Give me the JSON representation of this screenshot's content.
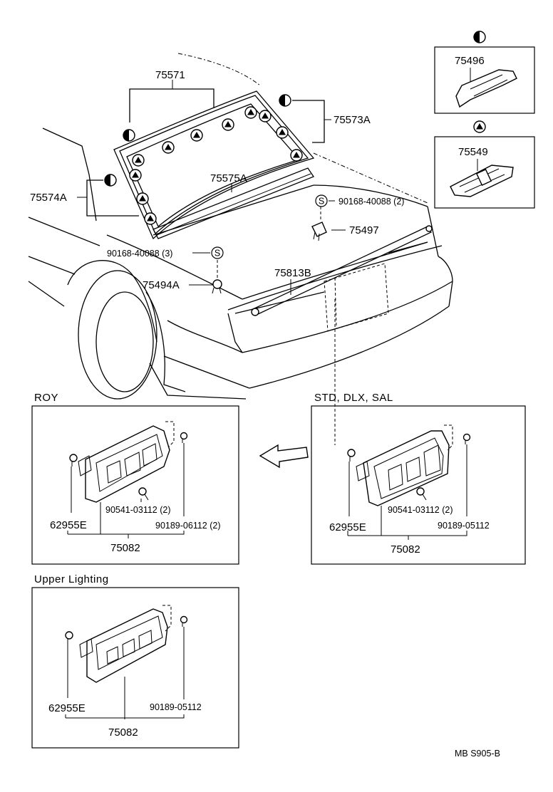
{
  "labels": {
    "p75571": "75571",
    "p75573a": "75573A",
    "p75574a": "75574A",
    "p75575a": "75575A",
    "p90168_2": "90168-40088 (2)",
    "p90168_3": "90168-40088 (3)",
    "p75497": "75497",
    "p75494a": "75494A",
    "p75813b": "75813B",
    "p75496": "75496",
    "p75549": "75549",
    "s_symbol": "S"
  },
  "sections": {
    "roy": {
      "title": "ROY",
      "clip": "62955E",
      "screw": "90541-03112 (2)",
      "nut": "90189-06112 (2)",
      "garnish": "75082"
    },
    "std": {
      "title": "STD, DLX, SAL",
      "clip": "62955E",
      "screw": "90541-03112 (2)",
      "nut": "90189-05112",
      "garnish": "75082"
    },
    "upper": {
      "title": "Upper Lighting",
      "clip": "62955E",
      "nut": "90189-05112",
      "garnish": "75082"
    }
  },
  "footer": "MB  S905-B"
}
